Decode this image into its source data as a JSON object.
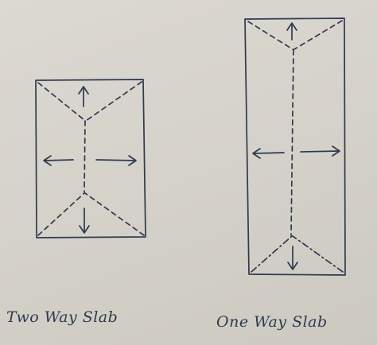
{
  "diagrams": [
    {
      "id": "two-way",
      "caption": "Two Way Slab"
    },
    {
      "id": "one-way",
      "caption": "One Way Slab"
    }
  ],
  "colors": {
    "ink": "#2e3a4f",
    "paper": "#d6d3cb"
  }
}
